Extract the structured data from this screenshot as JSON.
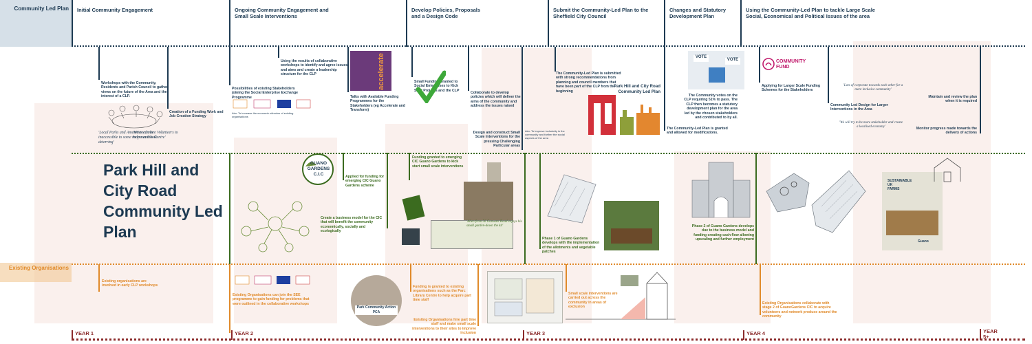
{
  "lanes": {
    "top_label": "Community Led Plan",
    "bottom_label": "Existing Organisations"
  },
  "phases": [
    "Initial Community Engagement",
    "Ongoing Community Engagement and Small Scale Interventions",
    "Develop Policies, Proposals and a Design Code",
    "Submit the Community-Led Plan to the Sheffield City Council",
    "Changes and Statutory Development Plan",
    "Using the Community-Led Plan to tackle Large Scale Social, Economical and Political Issues of the area"
  ],
  "main_title": "Park Hill and City Road Community Led Plan",
  "top_notes": {
    "workshops": "Workshops with the Community, Residents and Parish Council to gather views on the future of the Area and the interest of a CLP.",
    "quote1": "'Local Parks and Amenities can be inaccessible to some rooms and look deterring'",
    "quote2": "'We need more Volunteers to help run this Centre'",
    "funding_work": "Creation of a Funding Work and Job Creation Strategy",
    "stakeholders": "Possibilities of existing Stakeholders joining the Social Enterprise Exchange Programme",
    "stakeholders_aim": "Aim: To increase the economic stimulus of existing organisations",
    "collab_results": "Using the results of collaborative workshops to identify and agree issues and aims and create a leadership structure for the CLP",
    "talks": "Talks with Available Funding Programmes for the Stakeholders (eg Accelerate and Transform)",
    "accelerate": "accelerate",
    "small_funding": "Small Funding Granted to Social Enterprises to Kick Start Projects and the CLP",
    "collaborate": "Collaborate to develop policies which will deliver the aims of the community and address the issues raised",
    "design_construct": "Design and construct Small Scale Interventions for the pressing Challenging Particular areas",
    "aim2": "Aim: To improve inclusivity in the community and further the social aspects of the area",
    "submitted": "The Community-Led Plan is submitted with strong recommendations from planning and council members that have been part of the CLP from the beginning",
    "clp_label": "Park Hill and City Road Community Led Plan",
    "votes": "The Community votes on the CLP requiring 51% to pass. The CLP then becomes a statutory development plan for the area led by the chosen stakeholders and contributed to by all.",
    "vote_word": "VOTE",
    "granted": "The Community-Led Plan is granted and allowed for modifications.",
    "community_fund": "COMMUNITY FUND",
    "larger_funding": "Applying for Larger Scale Funding Schemes for the Stakeholders",
    "quote3": "'Lots of corporate towards each other for a more inclusive community'",
    "larger_design": "Community Led Design for Larger Interventions in the Area",
    "quote4": "'We will try to be more stakeholder and create a localised economy'",
    "maintain": "Maintain and review the plan when it is required",
    "monitor": "Monitor progress made towards the delivery of actions"
  },
  "mid_notes": {
    "guano_logo": "GUANO GARDENS C.I.C",
    "applied": "Applied for funding for emerging CIC Guano Gardens scheme",
    "business_model": "Create a business model for the CIC that will benefit the community economically, socially and ecologically",
    "granted_cic": "Funding granted to emerging CIC Guano Gardens to kick start small scale interventions",
    "allen": "'Allen from 56 Gunwate Road enjoys his small garden-down the kit'",
    "phase1": "Phase 1 of Guano Gardens develops with the implementation of the allotments and vegetable patches",
    "phase2": "Phase 2 of Guano Gardens develops due to the business model and funding creating cash flow allowing upscaling and further employment",
    "sign1": "SUSTAINABLE",
    "sign2": "UK",
    "sign3": "FARMS",
    "guano_word": "Guano"
  },
  "bottom_notes": {
    "involved": "Existing organisations are involved in early CLP workshops",
    "join": "Existing Organisations can join the SEE programme to gain funding for problems that were outlined in the collaborative workshops",
    "pca": "Park Community Action PCA",
    "funding_existing": "Funding is granted to existing organisations such as the Parc Library Centre to help acquire part time staff",
    "hire": "Existing Organisations hire part time staff and make small scale interventions to their sites to improve inclusion",
    "small_scale": "Small scale interventions are carried out across the community in areas of exclusion",
    "collab_stage2": "Existing Organisations collaborate with stage 2 of GuanoGardens CIC to acquire volunteers and network produce around the community"
  },
  "years": [
    "YEAR 1",
    "YEAR 2",
    "YEAR 3",
    "YEAR 4",
    "YEAR 5+"
  ],
  "colors": {
    "navy": "#1d3a52",
    "green": "#3b6b1f",
    "orange": "#e08a2a",
    "maroon": "#8b2a2a",
    "pink_bg": "#f6e3df",
    "lane_blue": "#b5c6d6",
    "lane_orange": "#f1c894"
  }
}
